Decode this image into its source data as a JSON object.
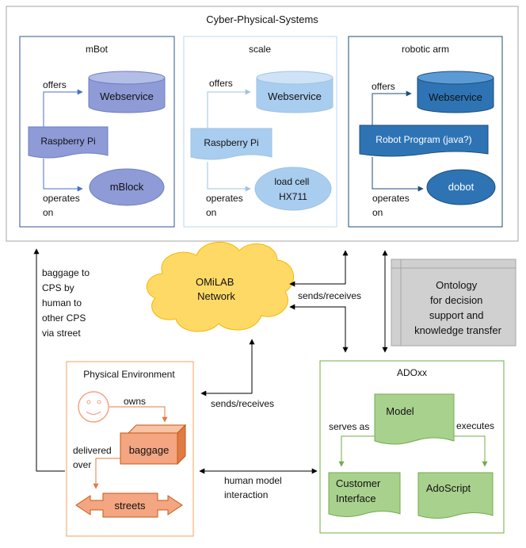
{
  "cps": {
    "title": "Cyber-Physical-Systems",
    "mbot": {
      "title": "mBot",
      "offers": "offers",
      "webservice": "Webservice",
      "device": "Raspberry Pi",
      "operates": [
        "operates",
        "on"
      ],
      "target": "mBlock"
    },
    "scale": {
      "title": "scale",
      "offers": "offers",
      "webservice": "Webservice",
      "device": "Raspberry Pi",
      "operates": [
        "operates",
        "on"
      ],
      "target": [
        "load cell",
        "HX711"
      ]
    },
    "arm": {
      "title": "robotic arm",
      "offers": "offers",
      "webservice": "Webservice",
      "device": "Robot Program (java?)",
      "operates": [
        "operates",
        "on"
      ],
      "target": "dobot"
    }
  },
  "network": [
    "OMiLAB",
    "Network"
  ],
  "ontology": [
    "Ontology",
    "for decision",
    "support and",
    "knowledge transfer"
  ],
  "baggage_note": [
    "baggage to",
    "CPS by",
    "human to",
    "other CPS",
    "via street"
  ],
  "sends_receives_1": "sends/receives",
  "sends_receives_2": "sends/receives",
  "physical": {
    "title": "Physical Environment",
    "owns": "owns",
    "baggage": "baggage",
    "delivered": [
      "delivered",
      "over"
    ],
    "streets": "streets"
  },
  "human_model": [
    "human model",
    "interaction"
  ],
  "adoxx": {
    "title": "ADOxx",
    "model": "Model",
    "serves_as": "serves as",
    "executes": "executes",
    "customer": [
      "Customer",
      "Interface"
    ],
    "adoscript": "AdoScript"
  },
  "colors": {
    "mbot_fill": "#8e9bd6",
    "scale_fill": "#a9cdef",
    "arm_fill": "#2e74b5",
    "network_fill": "#ffd966",
    "physical_fill": "#f4a582",
    "adoxx_fill": "#a9d18e",
    "ontology_fill": "#d0d0d0"
  }
}
